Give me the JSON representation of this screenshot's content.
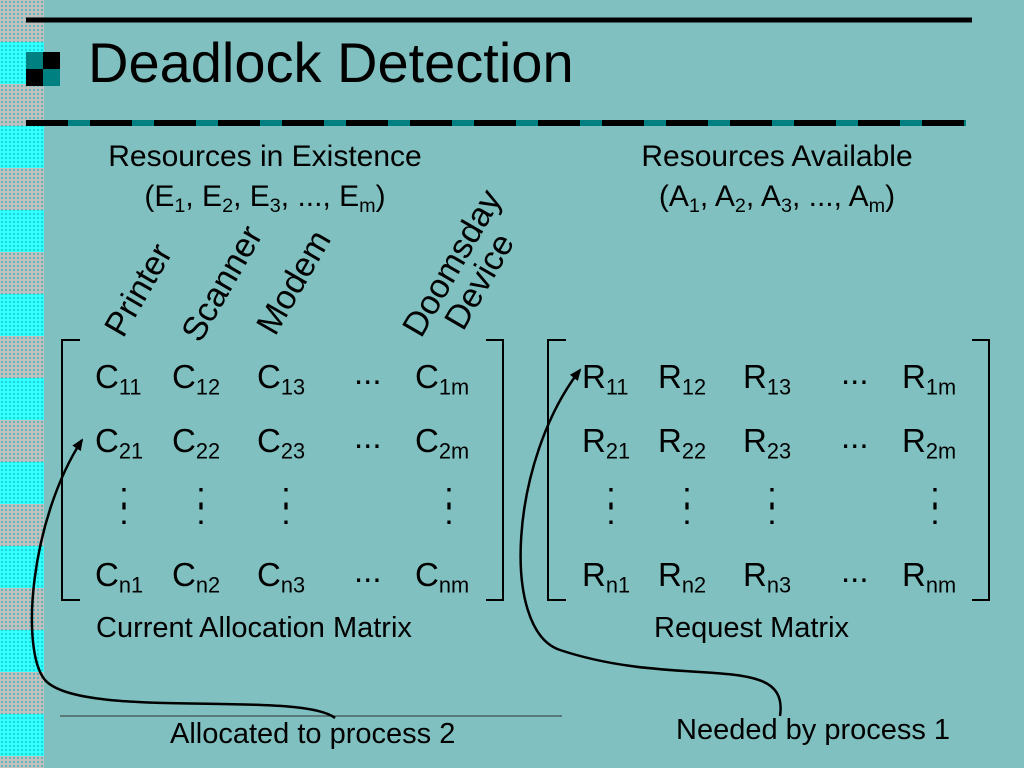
{
  "slide": {
    "title": "Deadlock Detection",
    "existence": {
      "heading": "Resources in Existence",
      "vector": [
        {
          "base": "(E",
          "sub": "1"
        },
        {
          "base": ", E",
          "sub": "2"
        },
        {
          "base": ", E",
          "sub": "3"
        },
        {
          "base": ", ..., E",
          "sub": "m"
        },
        {
          "base": ")",
          "sub": ""
        }
      ]
    },
    "available": {
      "heading": "Resources Available",
      "vector": [
        {
          "base": "(A",
          "sub": "1"
        },
        {
          "base": ", A",
          "sub": "2"
        },
        {
          "base": ", A",
          "sub": "3"
        },
        {
          "base": ", ..., A",
          "sub": "m"
        },
        {
          "base": ")",
          "sub": ""
        }
      ]
    },
    "column_headers": [
      "Printer",
      "Scanner",
      "Modem",
      "Doomsday",
      "Device"
    ],
    "allocation": {
      "caption": "Current Allocation Matrix",
      "letter": "C",
      "rows": [
        [
          "11",
          "12",
          "13",
          "1m"
        ],
        [
          "21",
          "22",
          "23",
          "2m"
        ],
        [
          "n1",
          "n2",
          "n3",
          "nm"
        ]
      ],
      "ellipsis": "...",
      "vdots": ":"
    },
    "request": {
      "caption": "Request Matrix",
      "letter": "R",
      "rows": [
        [
          "11",
          "12",
          "13",
          "1m"
        ],
        [
          "21",
          "22",
          "23",
          "2m"
        ],
        [
          "n1",
          "n2",
          "n3",
          "nm"
        ]
      ],
      "ellipsis": "...",
      "vdots": ":"
    },
    "annotations": {
      "allocated": "Allocated to process 2",
      "needed": "Needed by process 1"
    },
    "colors": {
      "background": "#80c0c0",
      "accent": "#008080",
      "text": "#000000"
    }
  }
}
